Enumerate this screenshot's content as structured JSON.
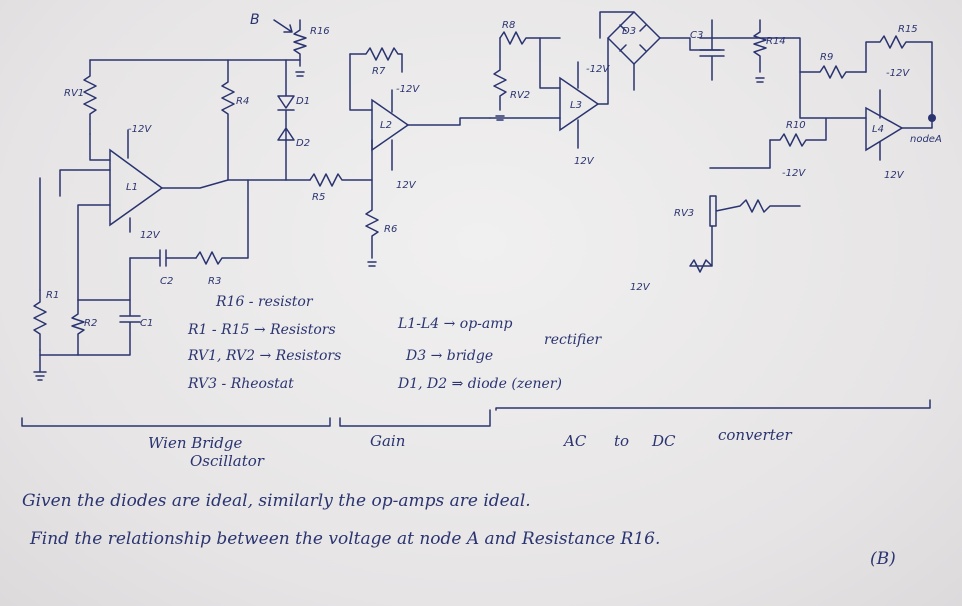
{
  "labels": {
    "b_arrow": "B",
    "r16": "R16",
    "r7": "R7",
    "r8": "R8",
    "rv2": "RV2",
    "d3": "D3",
    "c3": "C3",
    "r14": "R14",
    "r9": "R9",
    "r15": "R15",
    "rv1": "RV1",
    "r4": "R4",
    "d1": "D1",
    "d2": "D2",
    "l1": "L1",
    "l2": "L2",
    "l3": "L3",
    "l4": "L4",
    "r5": "R5",
    "r6": "R6",
    "r10": "R10",
    "rv3": "RV3",
    "c2": "C2",
    "r3": "R3",
    "r1": "R1",
    "r2": "R2",
    "c1": "C1",
    "node_a": "nodeA",
    "neg12": "-12V",
    "pos12": "12V"
  },
  "legend": {
    "line1": "R16 - resistor",
    "line2": "R1 - R15 → Resistors",
    "line3": "RV1, RV2 → Resistors",
    "line4": "RV3 - Rheostat",
    "line5": "L1-L4 → op-amp",
    "line6a": "D3 → bridge",
    "line6b": "rectifier",
    "line7": "D1, D2 ⇒ diode (zener)"
  },
  "sections": {
    "s1a": "Wien Bridge",
    "s1b": "Oscillator",
    "s2": "Gain",
    "s3a": "AC",
    "s3b": "to",
    "s3c": "DC",
    "s3d": "converter"
  },
  "question": {
    "line1": "Given the diodes are ideal, similarly the op-amps are ideal.",
    "line2": "Find the relationship between the voltage at node A and Resistance R16.",
    "line3": "(B)"
  }
}
